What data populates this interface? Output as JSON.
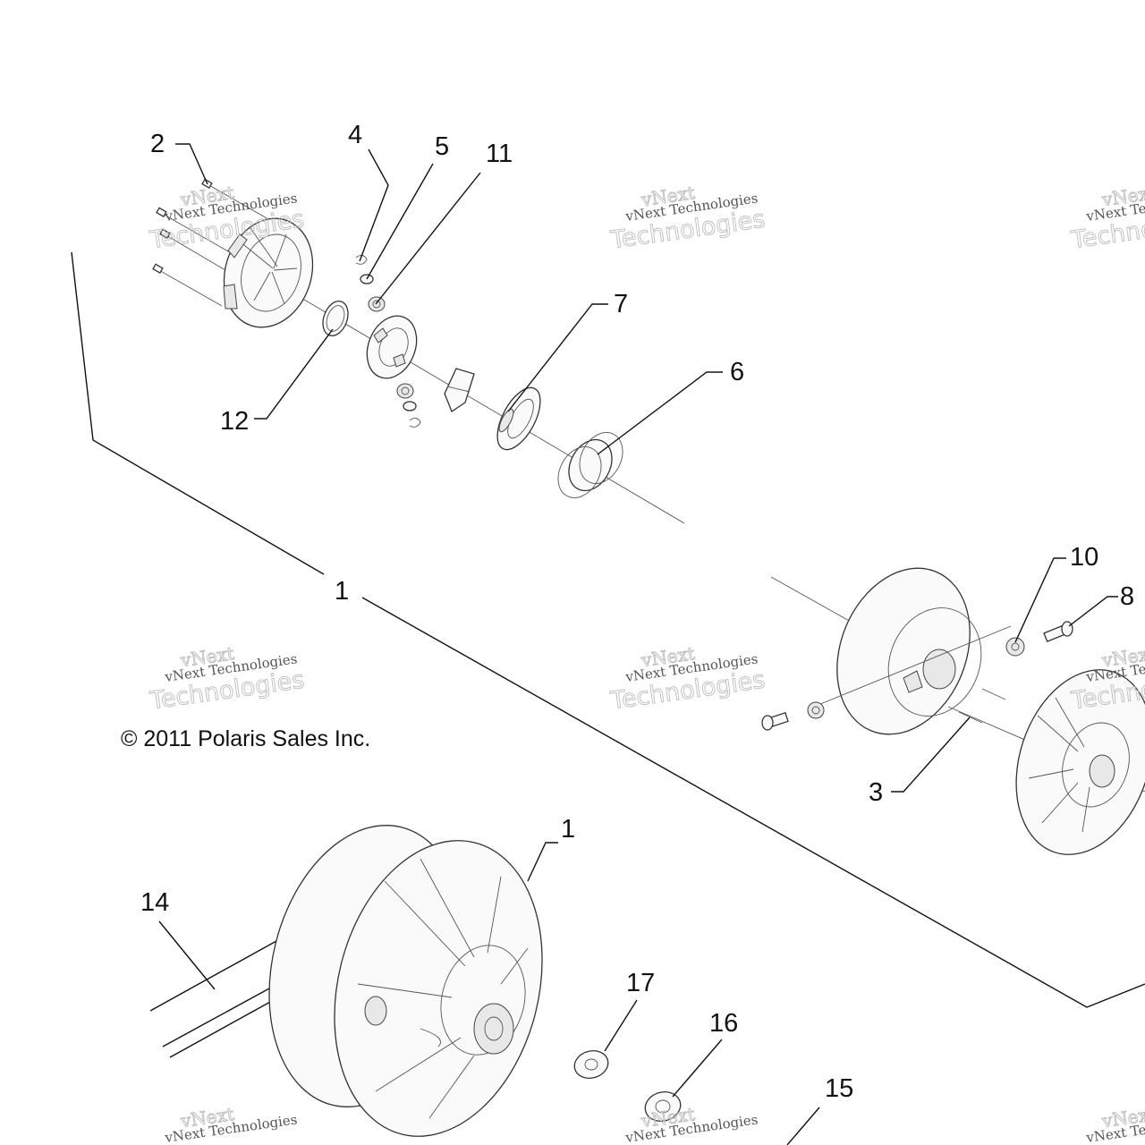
{
  "diagram": {
    "callouts": [
      {
        "id": "2",
        "label": "2"
      },
      {
        "id": "4",
        "label": "4"
      },
      {
        "id": "5",
        "label": "5"
      },
      {
        "id": "11",
        "label": "11"
      },
      {
        "id": "7",
        "label": "7"
      },
      {
        "id": "6",
        "label": "6"
      },
      {
        "id": "12",
        "label": "12"
      },
      {
        "id": "1a",
        "label": "1"
      },
      {
        "id": "10",
        "label": "10"
      },
      {
        "id": "8",
        "label": "8"
      },
      {
        "id": "3",
        "label": "3"
      },
      {
        "id": "1b",
        "label": "1"
      },
      {
        "id": "14",
        "label": "14"
      },
      {
        "id": "17",
        "label": "17"
      },
      {
        "id": "16",
        "label": "16"
      },
      {
        "id": "15",
        "label": "15"
      }
    ],
    "copyright": "© 2011 Polaris Sales Inc.",
    "watermark": {
      "line1": "vNext",
      "line2": "vNext Technologies",
      "line3": "Technologies"
    }
  }
}
